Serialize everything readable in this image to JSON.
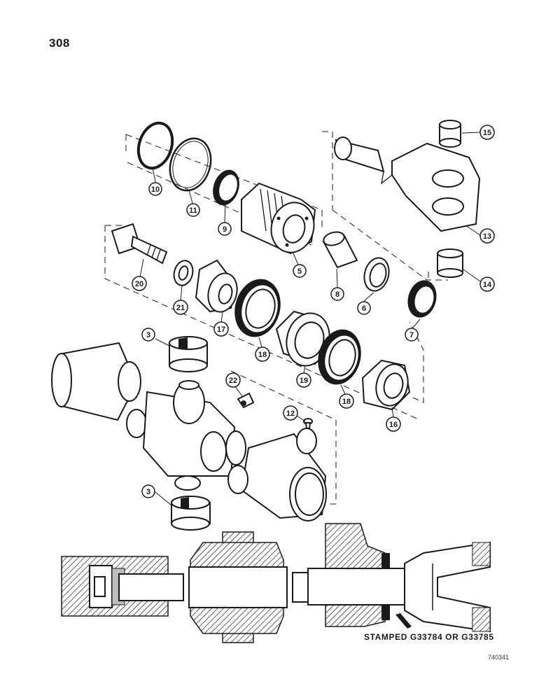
{
  "page": {
    "number": "308"
  },
  "callouts": [
    "10",
    "11",
    "9",
    "5",
    "15",
    "13",
    "14",
    "20",
    "21",
    "17",
    "18",
    "19",
    "8",
    "6",
    "7",
    "3",
    "22",
    "12",
    "16"
  ],
  "section_view": {
    "stamp_note": "STAMPED G33784 OR G33785"
  },
  "figure_id": "740341",
  "colors": {
    "ink": "#1a1a1a",
    "paper": "#ffffff",
    "shade": "#bdbdbd"
  }
}
